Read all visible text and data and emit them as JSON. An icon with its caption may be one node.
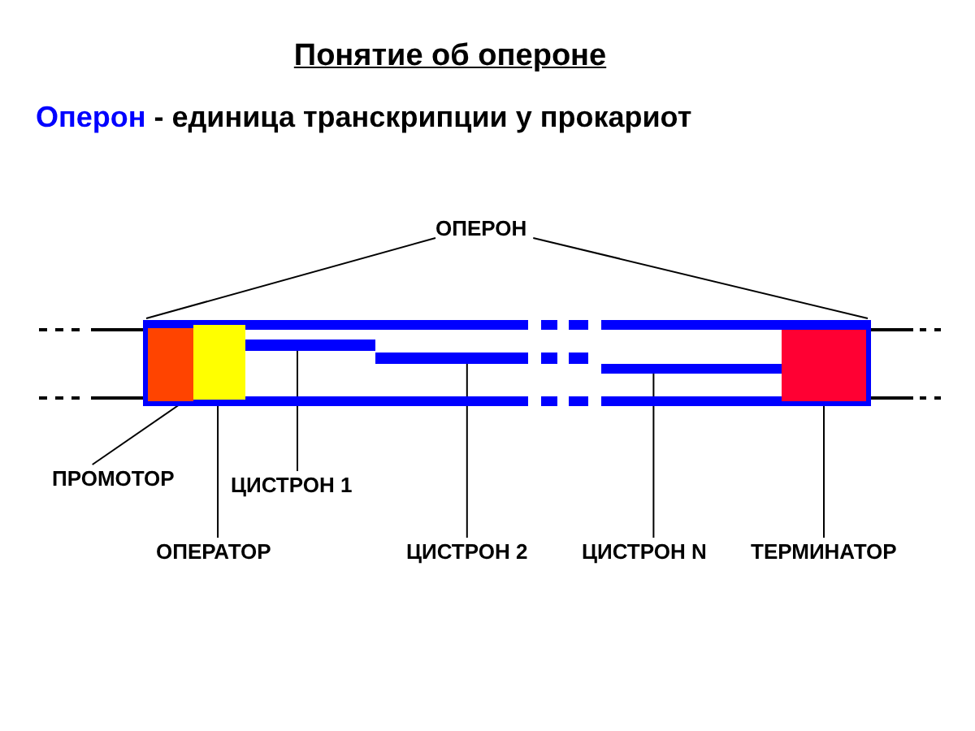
{
  "diagram": {
    "title": "Понятие об опероне",
    "nodes": [
      {
        "text": [
          "ОПЕРОН"
        ]
      },
      {
        "text": [],
        "shape": "box"
      },
      {
        "text": [
          "ПРОМОТОР"
        ]
      },
      {
        "text": [],
        "shape": "box",
        "in": 1
      },
      {
        "text": [
          "ОПЕРАТОР"
        ]
      },
      {
        "text": [],
        "shape": "box",
        "in": 1
      },
      {
        "text": [
          "ЦИСТРОН 1"
        ]
      },
      {
        "text": [],
        "shape": "bar",
        "in": 1
      },
      {
        "text": [
          "ЦИСТРОН 2"
        ]
      },
      {
        "text": [],
        "shape": "bar",
        "in": 1
      },
      {
        "text": [
          "ЦИСТРОН N"
        ]
      },
      {
        "text": [],
        "shape": "bar",
        "in": 1
      },
      {
        "text": [
          "ТЕРМИНАТОР"
        ]
      },
      {
        "text": [],
        "shape": "box",
        "in": 1
      }
    ],
    "edges": [
      {
        "from": 0,
        "to": 1,
        "arrow": "none"
      },
      {
        "from": 0,
        "to": 1,
        "arrow": "none"
      },
      {
        "from": 2,
        "to": 3,
        "arrow": "none"
      },
      {
        "from": 4,
        "to": 5,
        "arrow": "none"
      },
      {
        "from": 6,
        "to": 7,
        "arrow": "none"
      },
      {
        "from": 8,
        "to": 9,
        "arrow": "none"
      },
      {
        "from": 10,
        "to": 11,
        "arrow": "none"
      },
      {
        "from": 12,
        "to": 13,
        "arrow": "none"
      }
    ],
    "labels": [
      "Оперон - единица транскрипции у прокариот"
    ]
  }
}
